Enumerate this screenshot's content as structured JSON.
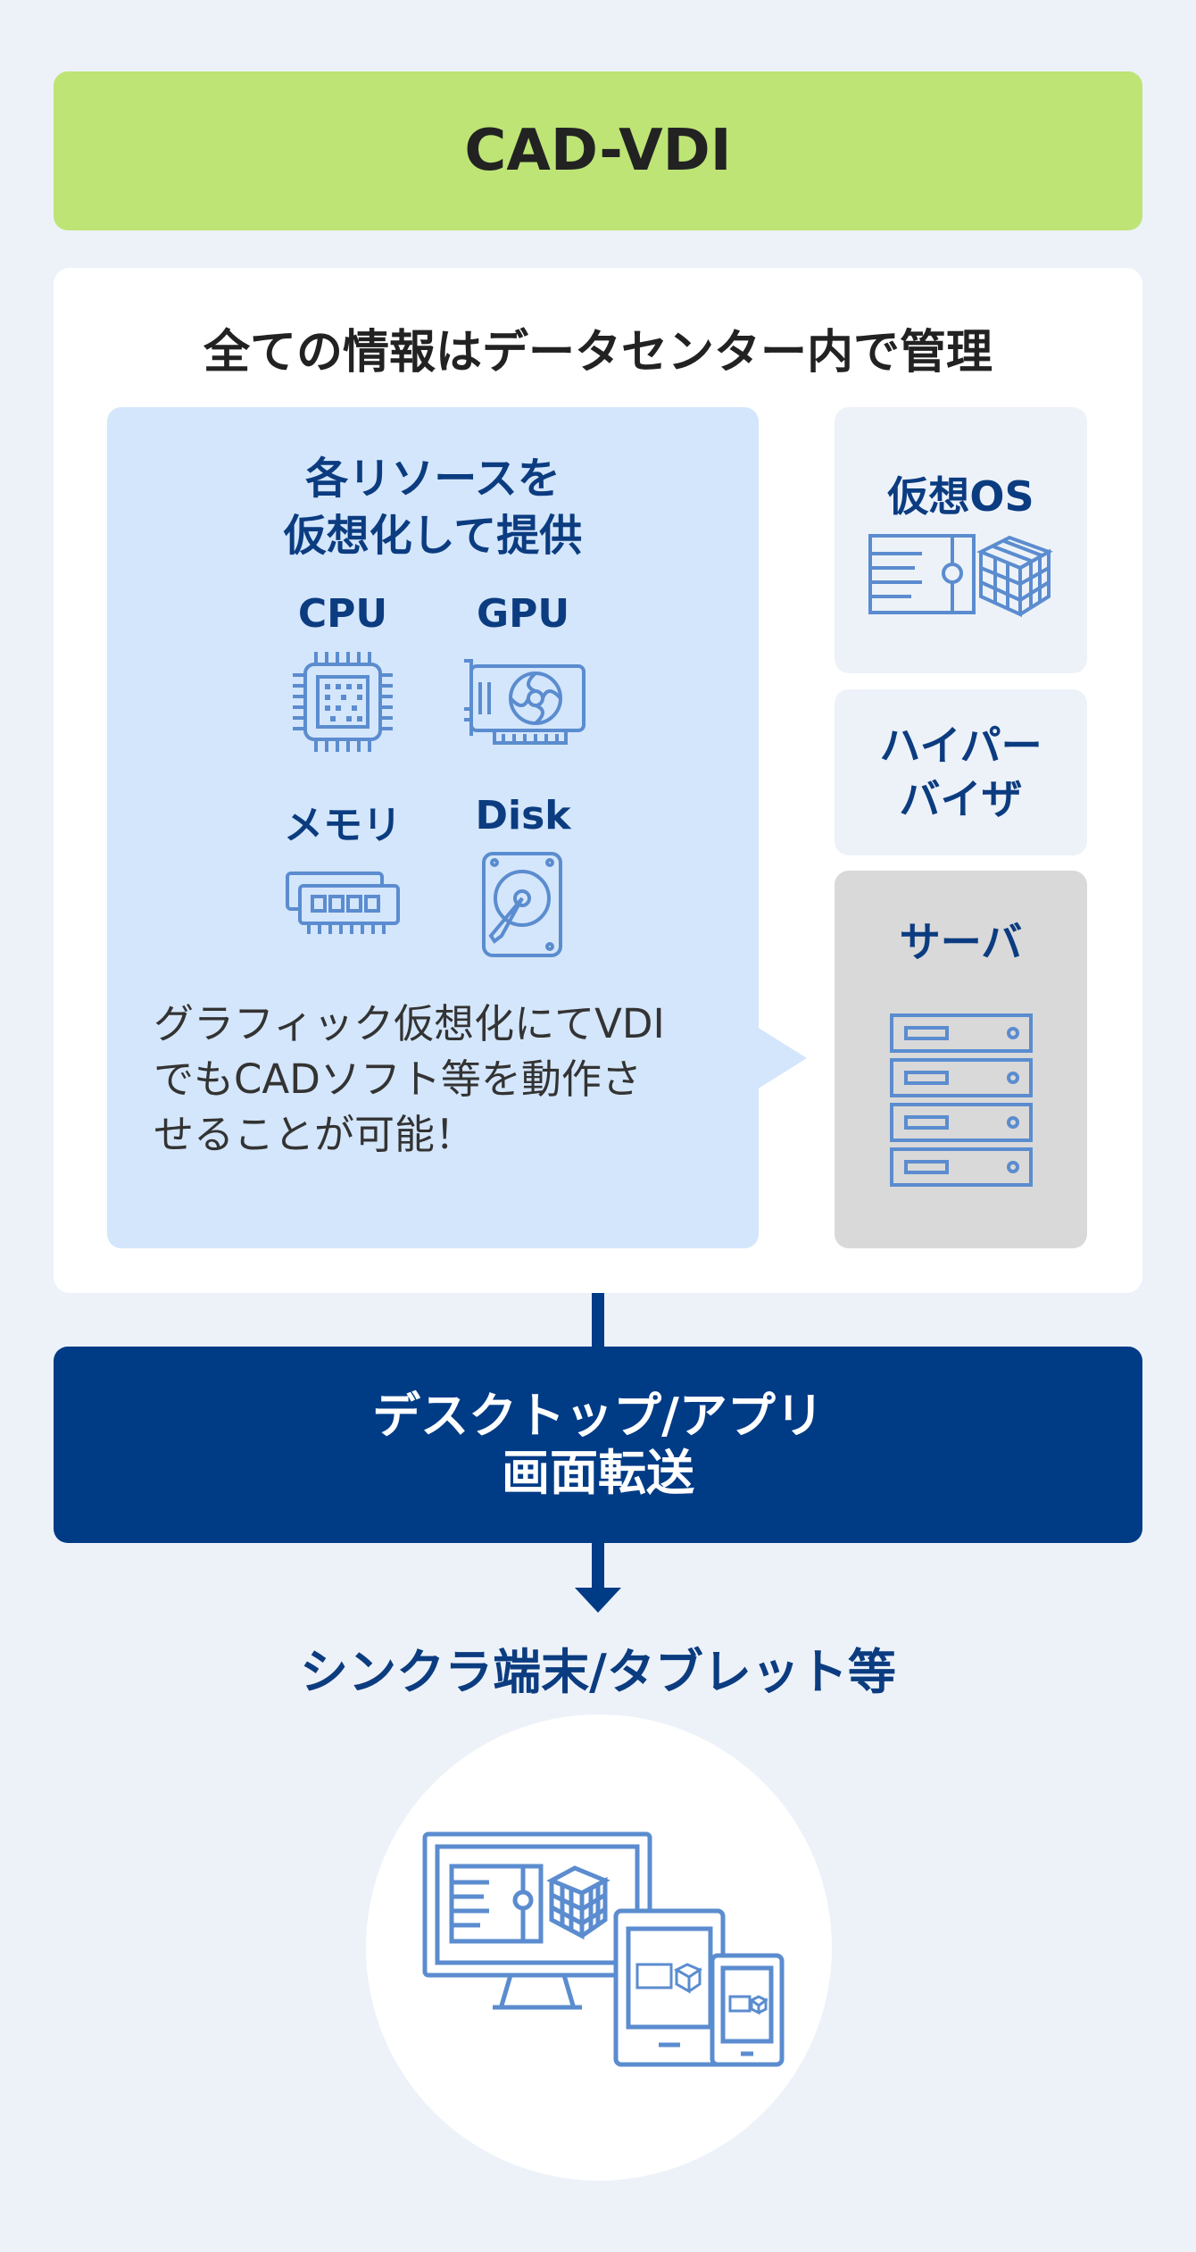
{
  "header": {
    "title": "CAD-VDI"
  },
  "datacenter": {
    "heading": "全ての情報はデータセンター内で管理",
    "resources": {
      "title_line1": "各リソースを",
      "title_line2": "仮想化して提供",
      "items": [
        {
          "label": "CPU",
          "icon": "cpu-chip-icon"
        },
        {
          "label": "GPU",
          "icon": "graphics-card-icon"
        },
        {
          "label": "メモリ",
          "icon": "memory-module-icon"
        },
        {
          "label": "Disk",
          "icon": "hard-disk-icon"
        }
      ],
      "note_line1": "グラフィック仮想化にてVDI",
      "note_line2": "でもCADソフト等を動作さ",
      "note_line3": "せることが可能！"
    },
    "stack": {
      "virtual_os": "仮想OS",
      "hypervisor_line1": "ハイパー",
      "hypervisor_line2": "バイザ",
      "server": "サーバ"
    }
  },
  "transfer": {
    "line1": "デスクトップ/アプリ",
    "line2": "画面転送"
  },
  "client": {
    "label": "シンクラ端末/タブレット等"
  },
  "colors": {
    "title_bar": "#bde475",
    "panel": "#ffffff",
    "resource_box": "#d4e6fb",
    "server_box": "#d9d9d9",
    "navy": "#003b86",
    "icon_stroke": "#5b8ccf"
  }
}
